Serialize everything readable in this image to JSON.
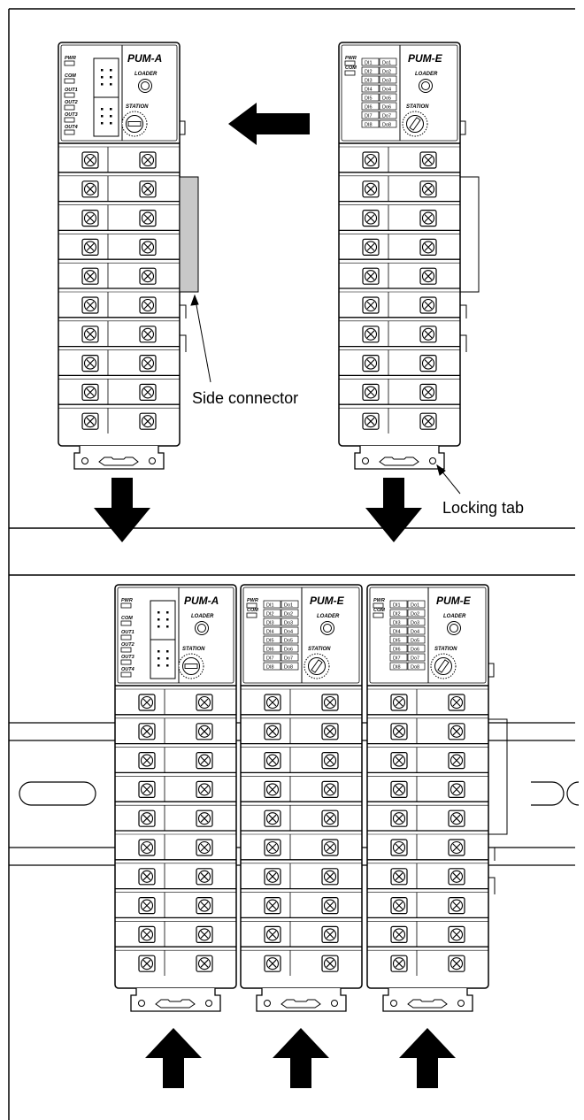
{
  "labels": {
    "side_connector": "Side connector",
    "locking_tab": "Locking tab"
  },
  "modules": {
    "pum_a": {
      "title": "PUM-A",
      "leds": [
        "PWR",
        "COM",
        "OUT1",
        "OUT2",
        "OUT3",
        "OUT4"
      ]
    },
    "pum_e": {
      "title": "PUM-E",
      "leds": [
        "PWR",
        "COM"
      ],
      "di": [
        "DI1",
        "DI2",
        "DI3",
        "DI4",
        "DI5",
        "DI6",
        "DI7",
        "DI8"
      ],
      "do": [
        "Do1",
        "Do2",
        "Do3",
        "Do4",
        "Do5",
        "Do6",
        "Do7",
        "Do8"
      ]
    },
    "loader_label": "LOADER",
    "station_label": "STATION"
  },
  "colors": {
    "line": "#000000",
    "connector_fill": "#c8c8c8",
    "background": "#ffffff"
  }
}
